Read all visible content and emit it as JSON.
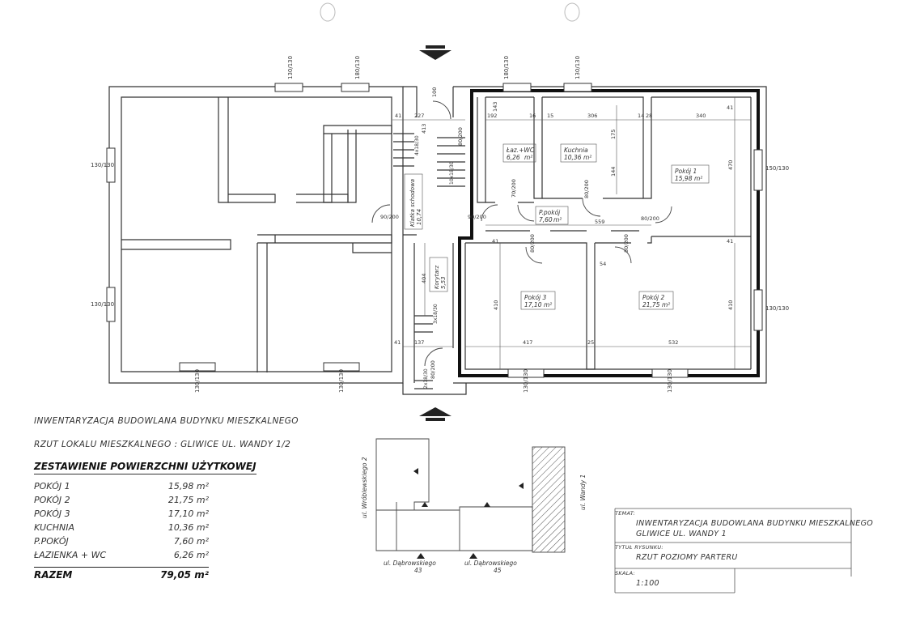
{
  "header": {
    "project": "INWENTARYZACJA BUDOWLANA BUDYNKU MIESZKALNEGO",
    "drawing": "RZUT LOKALU MIESZKALNEGO : GLIWICE UL. WANDY 1/2"
  },
  "summary": {
    "title": "ZESTAWIENIE POWIERZCHNI UŻYTKOWEJ",
    "rows": [
      {
        "label": "POKÓJ 1",
        "value": "15,98",
        "unit": "m²"
      },
      {
        "label": "POKÓJ 2",
        "value": "21,75",
        "unit": "m²"
      },
      {
        "label": "POKÓJ 3",
        "value": "17,10",
        "unit": "m²"
      },
      {
        "label": "KUCHNIA",
        "value": "10,36",
        "unit": "m²"
      },
      {
        "label": "P.POKÓJ",
        "value": "7,60",
        "unit": "m²"
      },
      {
        "label": "ŁAZIENKA + WC",
        "value": "6,26",
        "unit": "m²"
      }
    ],
    "total_label": "RAZEM",
    "total_value": "79,05",
    "total_unit": "m²"
  },
  "title_block": {
    "topic_caption": "TEMAT:",
    "topic_line1": "INWENTARYZACJA BUDOWLANA BUDYNKU MIESZKALNEGO",
    "topic_line2": "GLIWICE UL. WANDY 1",
    "drawing_caption": "TYTUŁ RYSUNKU:",
    "drawing_title": "RZUT POZIOMY PARTERU",
    "scale_caption": "SKALA:",
    "scale": "1:100"
  },
  "site_map": {
    "street_left": "ul. Wróblewskiego 2",
    "street_right": "ul. Wandy 1",
    "street_bottom_1": "ul. Dąbrowskiego",
    "number_bottom_1": "43",
    "street_bottom_2": "ul. Dąbrowskiego",
    "number_bottom_2": "45"
  },
  "rooms": [
    {
      "id": "lazienka",
      "name": "Łaz.+WC",
      "area": "6,26"
    },
    {
      "id": "kuchnia",
      "name": "Kuchnia",
      "area": "10,36"
    },
    {
      "id": "pokoj1",
      "name": "Pokój 1",
      "area": "15,98"
    },
    {
      "id": "ppokoj",
      "name": "P.pokój",
      "area": "7,60"
    },
    {
      "id": "pokoj3",
      "name": "Pokój 3",
      "area": "17,10"
    },
    {
      "id": "pokoj2",
      "name": "Pokój 2",
      "area": "21,75"
    },
    {
      "id": "klatka",
      "name": "Klatka schodowa",
      "area": "10,74"
    },
    {
      "id": "korytarz",
      "name": "Korytarz",
      "area": "5,53"
    }
  ],
  "area_unit": "m²",
  "dimensions": {
    "window": "130/130",
    "window_top_2": "180/130",
    "window_kitchen": "150/130",
    "door_90": "90/200",
    "door_80": "80/200",
    "door_70": "70/200",
    "wall_41": "41",
    "d_227": "227",
    "d_192": "192",
    "d_16": "16",
    "d_15": "15",
    "d_306": "306",
    "d_14": "14",
    "d_28": "28",
    "d_340": "340",
    "d_470": "470",
    "d_559": "559",
    "d_410": "410",
    "d_417": "417",
    "d_25": "25",
    "d_532": "532",
    "d_404": "404",
    "d_137": "137",
    "d_54": "54",
    "d_175": "175",
    "d_144": "144",
    "d_413": "413",
    "d_143": "143",
    "d_100": "100",
    "stairs_1": "4x18/30",
    "stairs_2": "10x18/30",
    "stairs_3": "3x18/30",
    "stairs_4": "2x18/30"
  }
}
